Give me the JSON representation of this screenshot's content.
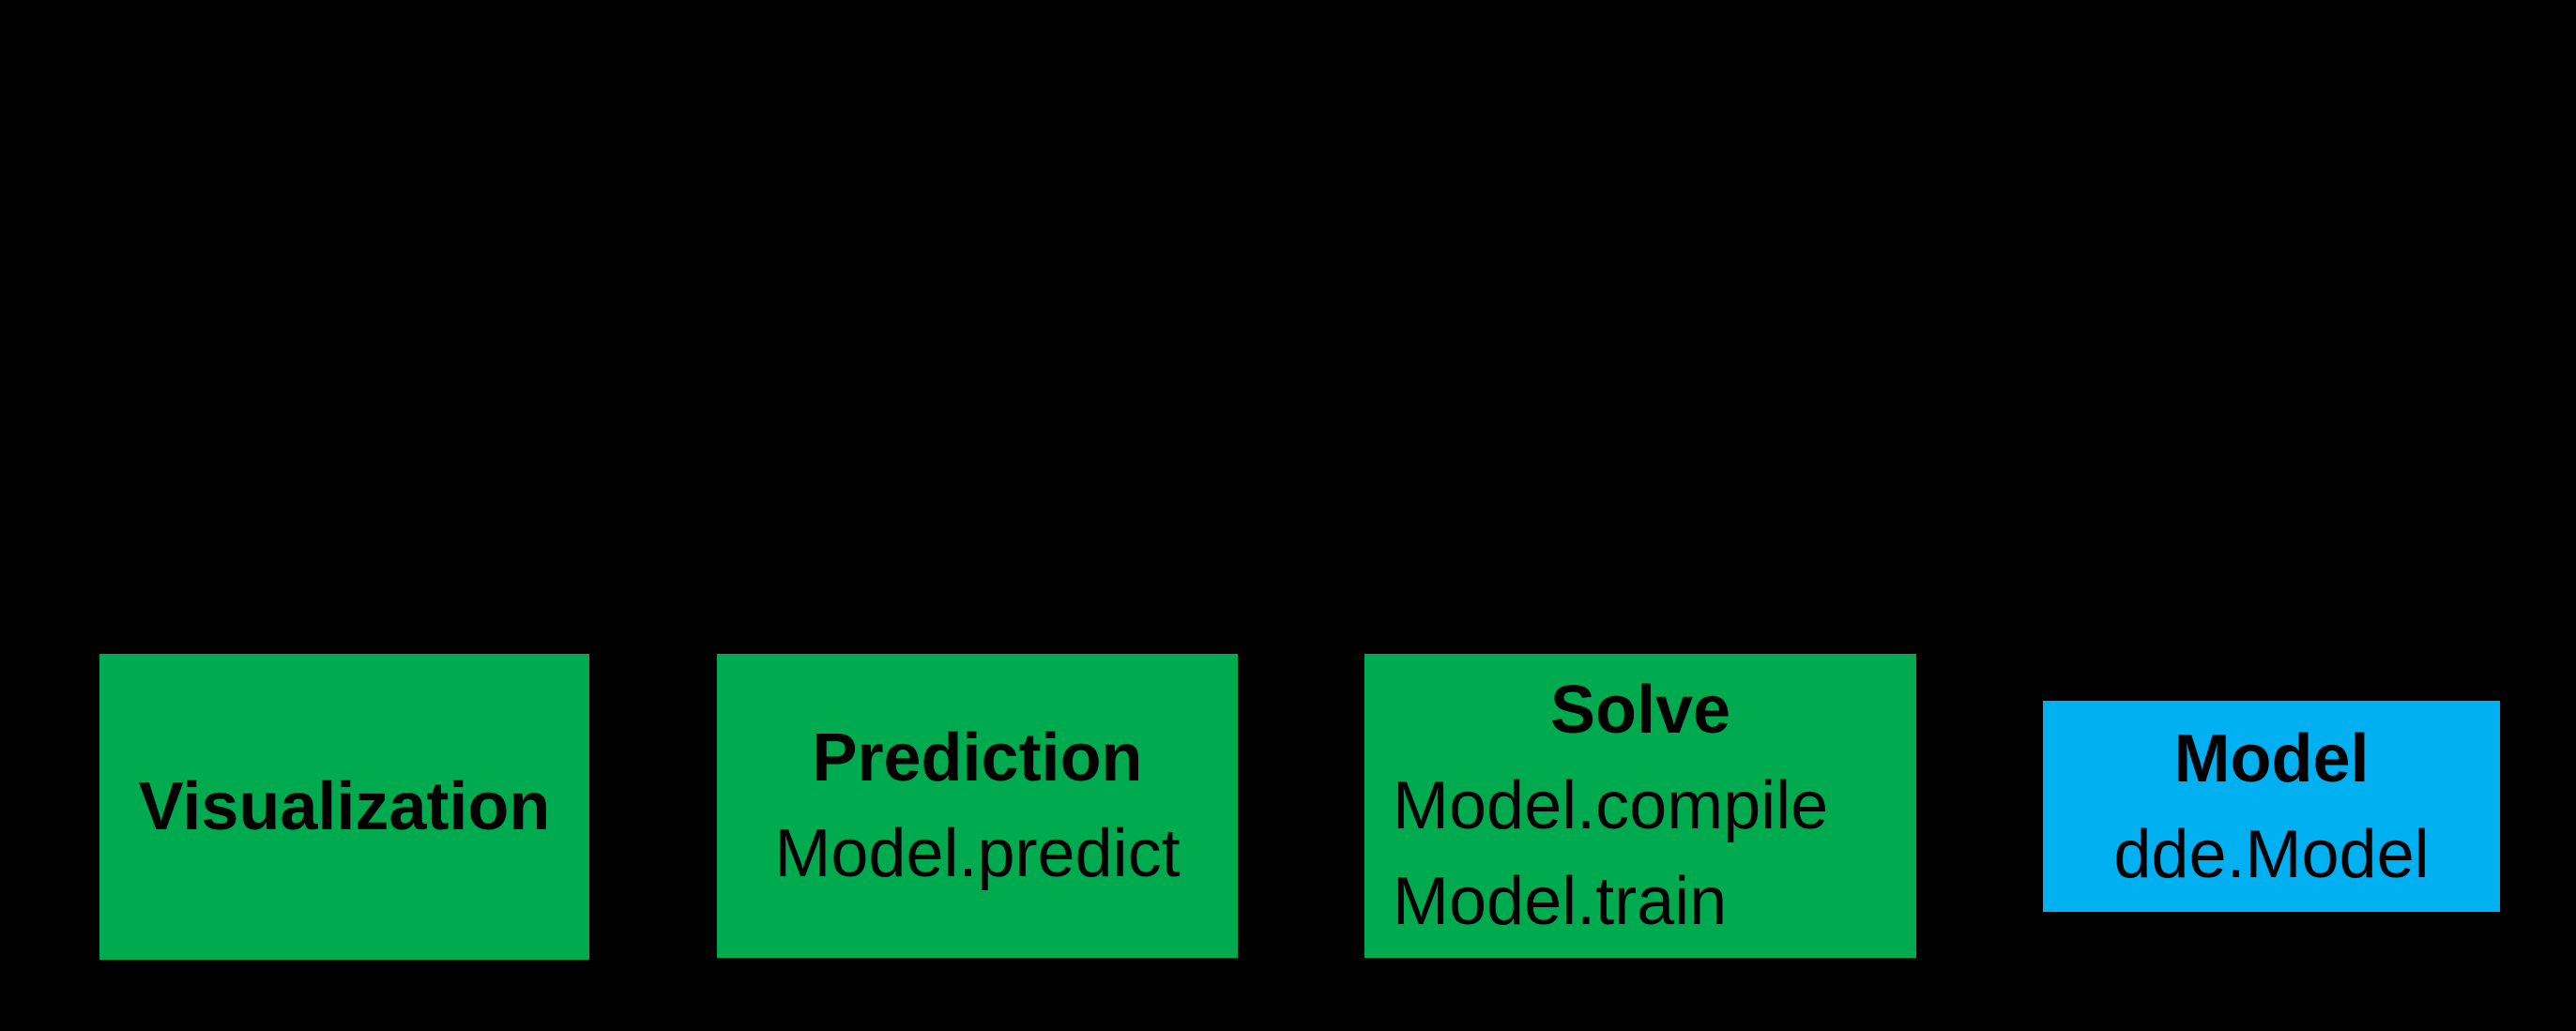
{
  "background_color": "#000000",
  "text_color": "#000000",
  "colors": {
    "green_box": "#00AB50",
    "blue_box": "#00B0F0"
  },
  "boxes": [
    {
      "id": "visualization",
      "title": "Visualization",
      "lines": [],
      "fill": "#00AB50"
    },
    {
      "id": "prediction",
      "title": "Prediction",
      "lines": [
        "Model.predict"
      ],
      "fill": "#00AB50"
    },
    {
      "id": "solve",
      "title": "Solve",
      "lines": [
        "Model.compile",
        "Model.train"
      ],
      "fill": "#00AB50"
    },
    {
      "id": "model",
      "title": "Model",
      "lines": [
        "dde.Model"
      ],
      "fill": "#00B0F0"
    }
  ]
}
